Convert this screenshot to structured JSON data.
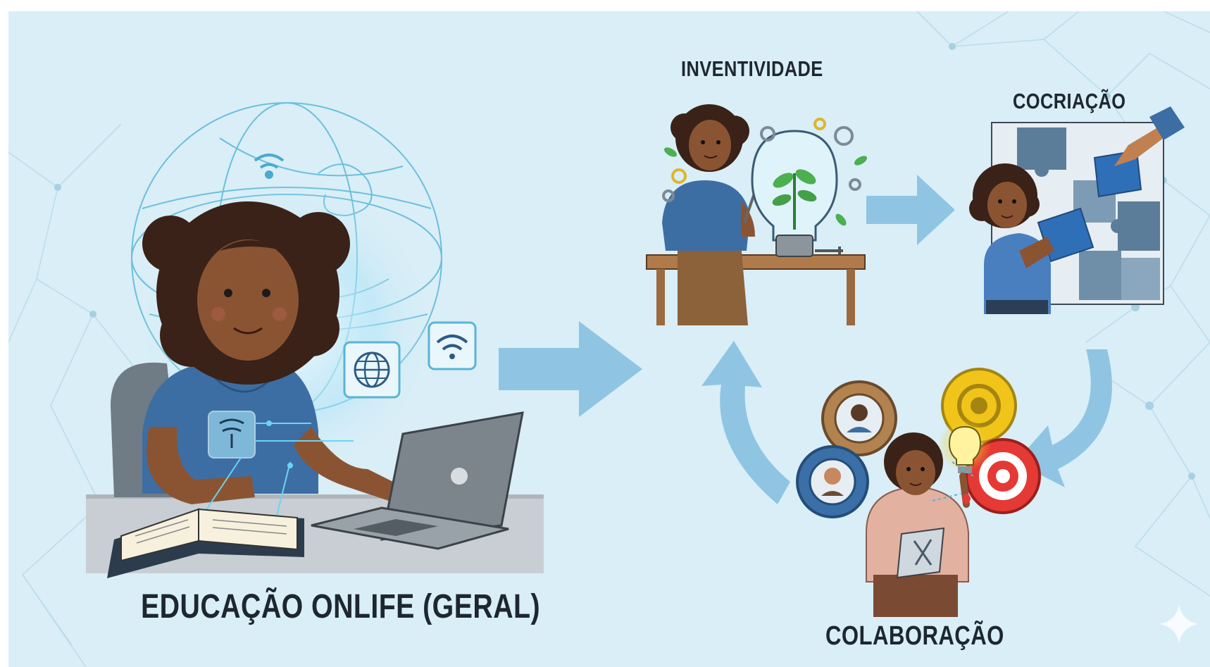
{
  "labels": {
    "geral": "EDUCAÇÃO ONLIFE (GERAL)",
    "inventividade": "INVENTIVIDADE",
    "cocriacao": "COCRIAÇÃO",
    "colaboracao": "COLABORAÇÃO"
  },
  "colors": {
    "background": "#d9eef7",
    "arrow": "#8fc5e2",
    "shirt": "#3d6ea3",
    "skin": "#8a5433",
    "hair": "#3a2218",
    "text": "#1e2730"
  },
  "icons": [
    "globe-icon",
    "wifi-icon",
    "network-globe-icon",
    "lightbulb-icon",
    "puzzle-icon",
    "gear-icon",
    "target-icon",
    "tablet-icon",
    "sparkle-icon"
  ]
}
